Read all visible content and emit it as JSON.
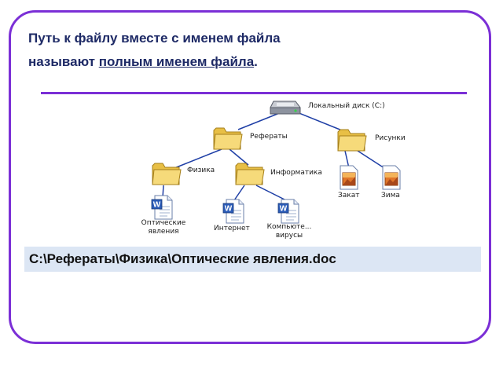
{
  "slide": {
    "title_line1": "Путь к файлу вместе с именем файла",
    "title_line2_prefix": "называют ",
    "title_line2_term": "полным именем файла",
    "title_line2_suffix": "."
  },
  "tree": {
    "root": "Локальный диск (C:)",
    "folders": {
      "referaty": "Рефераты",
      "risunki": "Рисунки",
      "fizika": "Физика",
      "informatika": "Информатика"
    },
    "files": {
      "opticheskie_line1": "Оптические",
      "opticheskie_line2": "явления",
      "internet": "Интернет",
      "virusy_line1": "Компьюте...",
      "virusy_line2": "вирусы",
      "zakat": "Закат",
      "zima": "Зима"
    }
  },
  "path_example": "C:\\Рефераты\\Физика\\Оптические явления.doc",
  "colors": {
    "frame": "#7b2fd6",
    "connector": "#1f3fa6",
    "folder": "#f3d36b",
    "title_text": "#1e2a66",
    "path_bar_bg": "#dce6f4"
  },
  "icons": {
    "root": "hard-drive-icon",
    "folder": "folder-icon",
    "word_document": "word-document-icon",
    "image_file": "image-file-icon"
  }
}
